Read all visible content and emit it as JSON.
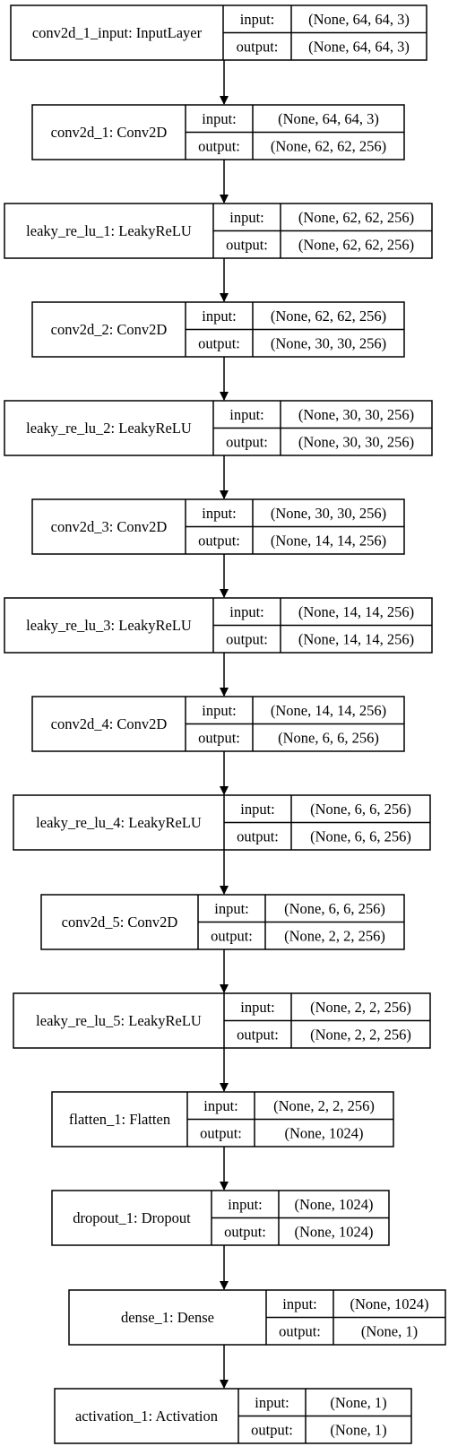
{
  "layers": [
    {
      "label": "conv2d_1_input: InputLayer",
      "input_label": "input:",
      "output_label": "output:",
      "input_shape": "(None, 64, 64, 3)",
      "output_shape": "(None, 64, 64, 3)"
    },
    {
      "label": "conv2d_1: Conv2D",
      "input_label": "input:",
      "output_label": "output:",
      "input_shape": "(None, 64, 64, 3)",
      "output_shape": "(None, 62, 62, 256)"
    },
    {
      "label": "leaky_re_lu_1: LeakyReLU",
      "input_label": "input:",
      "output_label": "output:",
      "input_shape": "(None, 62, 62, 256)",
      "output_shape": "(None, 62, 62, 256)"
    },
    {
      "label": "conv2d_2: Conv2D",
      "input_label": "input:",
      "output_label": "output:",
      "input_shape": "(None, 62, 62, 256)",
      "output_shape": "(None, 30, 30, 256)"
    },
    {
      "label": "leaky_re_lu_2: LeakyReLU",
      "input_label": "input:",
      "output_label": "output:",
      "input_shape": "(None, 30, 30, 256)",
      "output_shape": "(None, 30, 30, 256)"
    },
    {
      "label": "conv2d_3: Conv2D",
      "input_label": "input:",
      "output_label": "output:",
      "input_shape": "(None, 30, 30, 256)",
      "output_shape": "(None, 14, 14, 256)"
    },
    {
      "label": "leaky_re_lu_3: LeakyReLU",
      "input_label": "input:",
      "output_label": "output:",
      "input_shape": "(None, 14, 14, 256)",
      "output_shape": "(None, 14, 14, 256)"
    },
    {
      "label": "conv2d_4: Conv2D",
      "input_label": "input:",
      "output_label": "output:",
      "input_shape": "(None, 14, 14, 256)",
      "output_shape": "(None, 6, 6, 256)"
    },
    {
      "label": "leaky_re_lu_4: LeakyReLU",
      "input_label": "input:",
      "output_label": "output:",
      "input_shape": "(None, 6, 6, 256)",
      "output_shape": "(None, 6, 6, 256)"
    },
    {
      "label": "conv2d_5: Conv2D",
      "input_label": "input:",
      "output_label": "output:",
      "input_shape": "(None, 6, 6, 256)",
      "output_shape": "(None, 2, 2, 256)"
    },
    {
      "label": "leaky_re_lu_5: LeakyReLU",
      "input_label": "input:",
      "output_label": "output:",
      "input_shape": "(None, 2, 2, 256)",
      "output_shape": "(None, 2, 2, 256)"
    },
    {
      "label": "flatten_1: Flatten",
      "input_label": "input:",
      "output_label": "output:",
      "input_shape": "(None, 2, 2, 256)",
      "output_shape": "(None, 1024)"
    },
    {
      "label": "dropout_1: Dropout",
      "input_label": "input:",
      "output_label": "output:",
      "input_shape": "(None, 1024)",
      "output_shape": "(None, 1024)"
    },
    {
      "label": "dense_1: Dense",
      "input_label": "input:",
      "output_label": "output:",
      "input_shape": "(None, 1024)",
      "output_shape": "(None, 1)"
    },
    {
      "label": "activation_1: Activation",
      "input_label": "input:",
      "output_label": "output:",
      "input_shape": "(None, 1)",
      "output_shape": "(None, 1)"
    }
  ],
  "colors": {
    "stroke": "#000000",
    "background": "#ffffff",
    "text": "#000000"
  }
}
